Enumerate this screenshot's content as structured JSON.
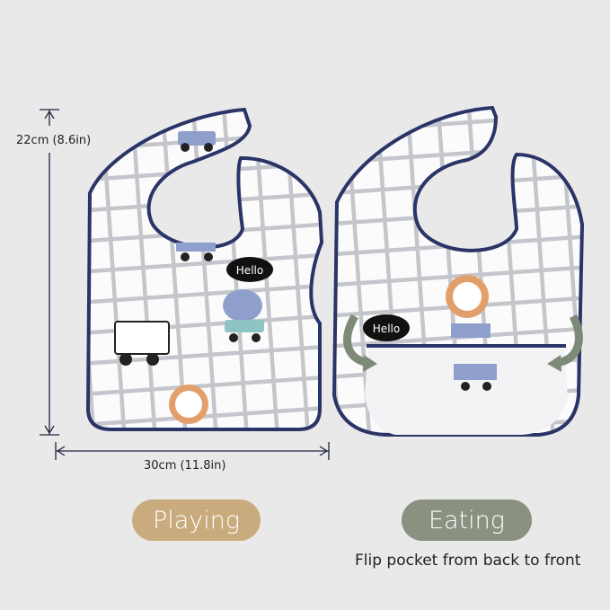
{
  "dimensions": {
    "height_label": "22cm  (8.6in)",
    "width_label": "30cm  (11.8in)"
  },
  "modes": [
    {
      "label": "Playing",
      "color": "#c9ab7d"
    },
    {
      "label": "Eating",
      "color": "#8a9181",
      "caption": "Flip pocket from back to front"
    }
  ],
  "colors": {
    "background": "#e9e9e9",
    "bib_trim": "#2b3467",
    "grid": "#c4c6cc",
    "arrow": "#7e8a78"
  },
  "bib_prints": {
    "speech_bubble": "Hello"
  }
}
